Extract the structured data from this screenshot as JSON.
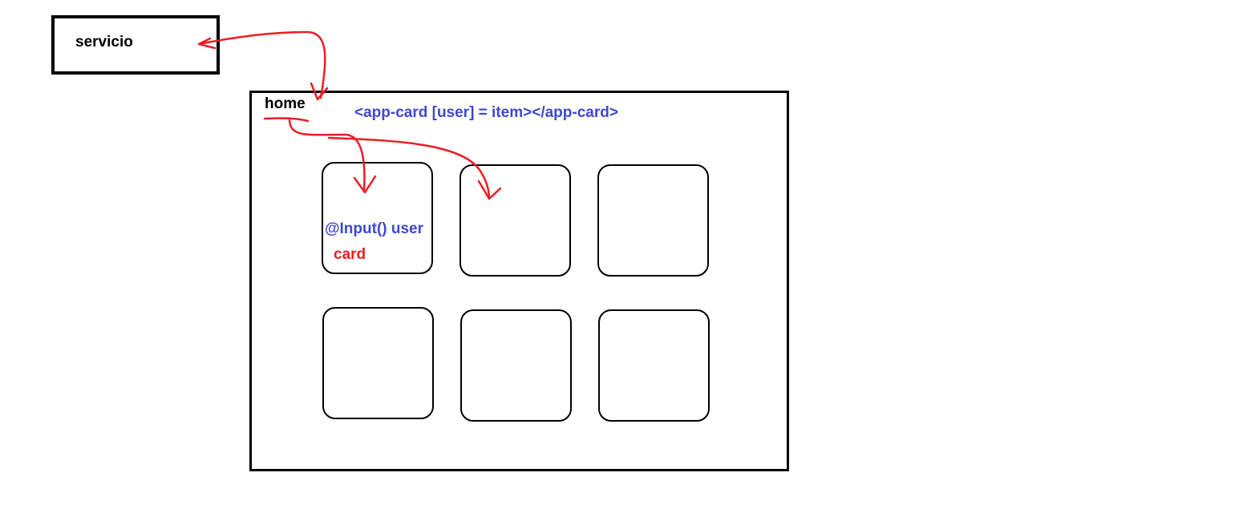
{
  "nodes": {
    "servicio": {
      "label": "servicio"
    },
    "home": {
      "label": "home",
      "template_code": "<app-card [user] = item></app-card>"
    },
    "first_card": {
      "input_code": "@Input() user",
      "component_label": "card"
    }
  },
  "colors": {
    "outline": "#000000",
    "code_text": "#3f48cc",
    "arrow": "#ed1c24"
  }
}
